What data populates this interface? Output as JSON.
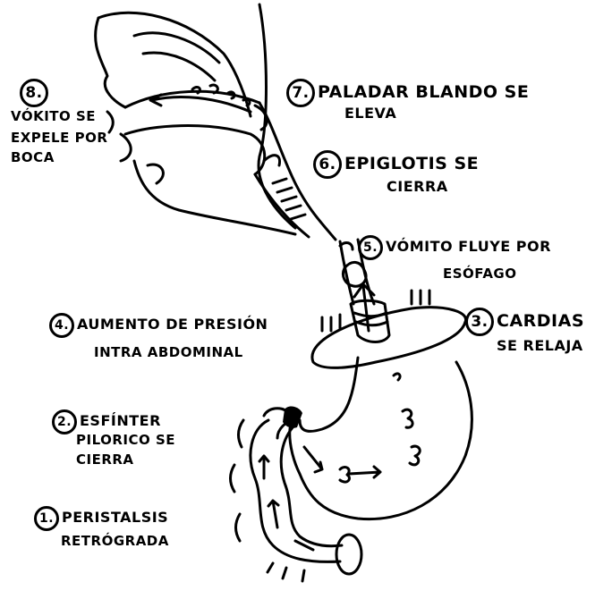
{
  "labels": {
    "step8_num": "8.",
    "step8_l1": "Vókito se",
    "step8_l2": "expele por",
    "step8_l3": "boca",
    "step7_num": "7.",
    "step7_l1": "Paladar blando se",
    "step7_l2": "eleva",
    "step6_num": "6.",
    "step6_l1": "Epiglotis se",
    "step6_l2": "cierra",
    "step5_num": "5.",
    "step5_l1": "Vómito fluye por",
    "step5_l2": "esófago",
    "step4_num": "4.",
    "step4_l1": "Aumento de presión",
    "step4_l2": "intra abdominal",
    "step3_num": "3.",
    "step3_l1": "Cardias",
    "step3_l2": "se relaja",
    "step2_num": "2.",
    "step2_l1": "Esfínter",
    "step2_l2": "pilorico se",
    "step2_l3": "cierra",
    "step1_num": "1.",
    "step1_l1": "Peristalsis",
    "step1_l2": "retrógrada"
  },
  "colors": {
    "ink": "#000000",
    "paper": "#ffffff"
  }
}
